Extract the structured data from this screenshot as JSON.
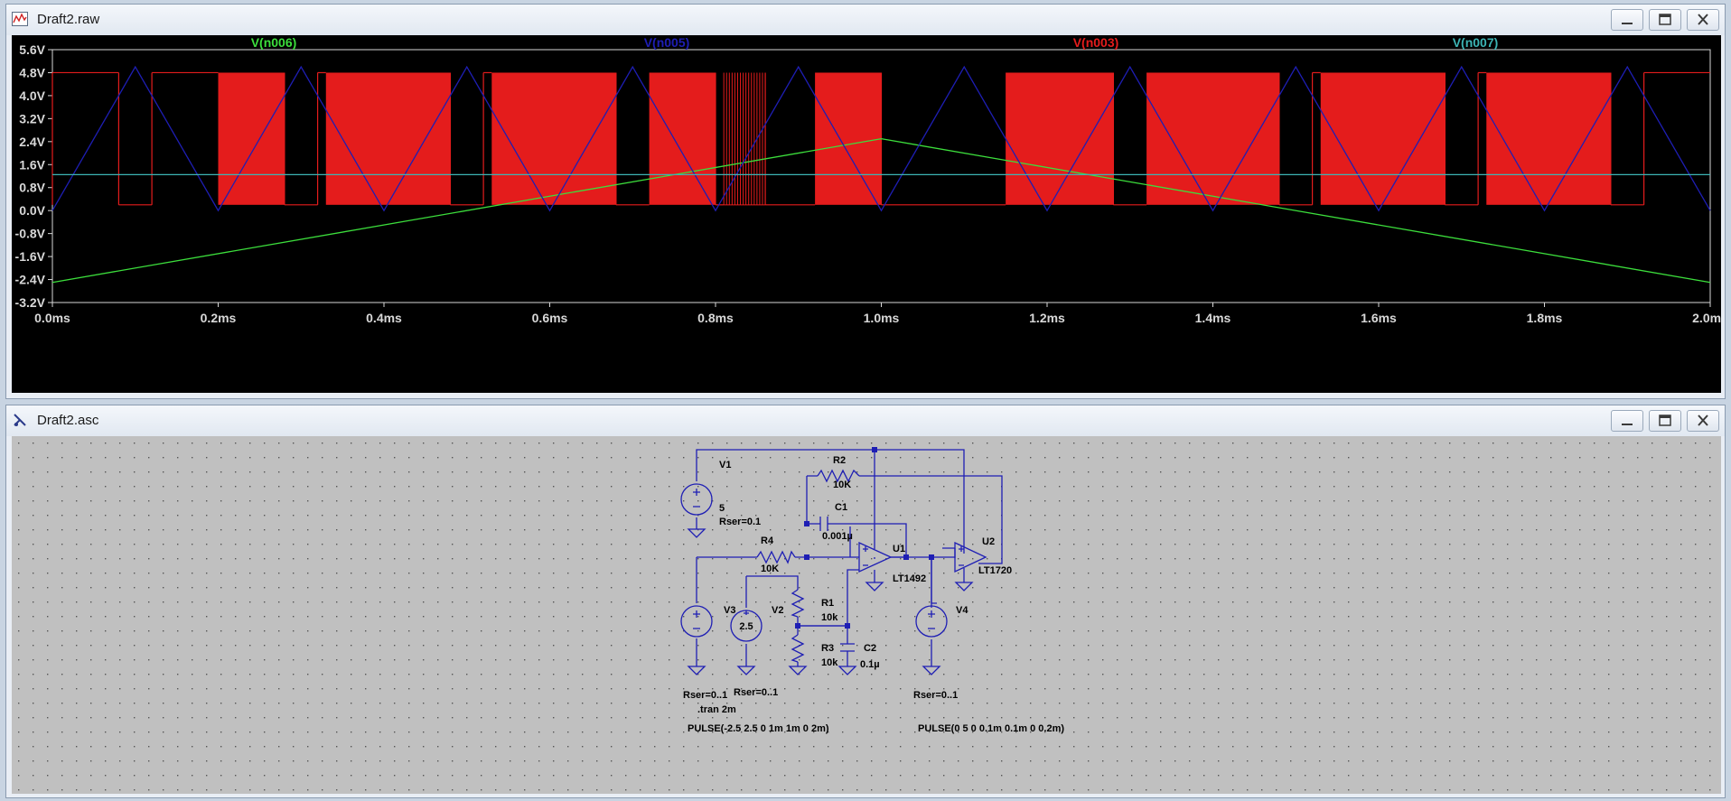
{
  "plot_window": {
    "title": "Draft2.raw",
    "icon": "waveform-icon",
    "traces": [
      {
        "name": "V(n006)",
        "color": "#3cde3c"
      },
      {
        "name": "V(n005)",
        "color": "#1e1eb4"
      },
      {
        "name": "V(n003)",
        "color": "#e41c1c"
      },
      {
        "name": "V(n007)",
        "color": "#3cb4b4"
      }
    ]
  },
  "chart_data": {
    "type": "line",
    "x_unit": "ms",
    "xlim": [
      0.0,
      2.0
    ],
    "ylim": [
      -3.2,
      5.6
    ],
    "x_ticks": [
      "0.0ms",
      "0.2ms",
      "0.4ms",
      "0.6ms",
      "0.8ms",
      "1.0ms",
      "1.2ms",
      "1.4ms",
      "1.6ms",
      "1.8ms",
      "2.0ms"
    ],
    "y_ticks": [
      "5.6V",
      "4.8V",
      "4.0V",
      "3.2V",
      "2.4V",
      "1.6V",
      "0.8V",
      "0.0V",
      "-0.8V",
      "-1.6V",
      "-2.4V",
      "-3.2V"
    ],
    "series": [
      {
        "name": "V(n006)",
        "x": [
          0.0,
          1.0,
          2.0
        ],
        "y": [
          -2.5,
          2.5,
          -2.5
        ]
      },
      {
        "name": "V(n005)",
        "x": [
          0.0,
          0.1,
          0.2,
          0.3,
          0.4,
          0.5,
          0.6,
          0.7,
          0.8,
          0.9,
          1.0,
          1.1,
          1.2,
          1.3,
          1.4,
          1.5,
          1.6,
          1.7,
          1.8,
          1.9,
          2.0
        ],
        "y": [
          0,
          5,
          0,
          5,
          0,
          5,
          0,
          5,
          0,
          5,
          0,
          5,
          0,
          5,
          0,
          5,
          0,
          5,
          0,
          5,
          0
        ]
      },
      {
        "name": "V(n007)",
        "x": [
          0.0,
          2.0
        ],
        "y": [
          1.25,
          1.25
        ]
      },
      {
        "name": "V(n003)",
        "high": 4.8,
        "low": 0.2,
        "segments": [
          {
            "x0": 0.0,
            "x1": 0.08,
            "state": "high"
          },
          {
            "x0": 0.08,
            "x1": 0.12,
            "state": "low"
          },
          {
            "x0": 0.12,
            "x1": 0.2,
            "state": "high"
          },
          {
            "x0": 0.2,
            "x1": 0.28,
            "state": "osc"
          },
          {
            "x0": 0.28,
            "x1": 0.32,
            "state": "low"
          },
          {
            "x0": 0.32,
            "x1": 0.33,
            "state": "high"
          },
          {
            "x0": 0.33,
            "x1": 0.48,
            "state": "osc"
          },
          {
            "x0": 0.48,
            "x1": 0.52,
            "state": "low"
          },
          {
            "x0": 0.52,
            "x1": 0.53,
            "state": "high"
          },
          {
            "x0": 0.53,
            "x1": 0.68,
            "state": "osc"
          },
          {
            "x0": 0.68,
            "x1": 0.72,
            "state": "low"
          },
          {
            "x0": 0.72,
            "x1": 0.8,
            "state": "osc"
          },
          {
            "x0": 0.8,
            "x1": 0.81,
            "state": "low"
          },
          {
            "x0": 0.81,
            "x1": 0.86,
            "state": "sparse"
          },
          {
            "x0": 0.86,
            "x1": 0.92,
            "state": "low"
          },
          {
            "x0": 0.92,
            "x1": 1.0,
            "state": "osc"
          },
          {
            "x0": 1.0,
            "x1": 1.15,
            "state": "low"
          },
          {
            "x0": 1.15,
            "x1": 1.28,
            "state": "osc"
          },
          {
            "x0": 1.28,
            "x1": 1.32,
            "state": "low"
          },
          {
            "x0": 1.32,
            "x1": 1.48,
            "state": "osc"
          },
          {
            "x0": 1.48,
            "x1": 1.52,
            "state": "low"
          },
          {
            "x0": 1.52,
            "x1": 1.53,
            "state": "high"
          },
          {
            "x0": 1.53,
            "x1": 1.68,
            "state": "osc"
          },
          {
            "x0": 1.68,
            "x1": 1.72,
            "state": "low"
          },
          {
            "x0": 1.72,
            "x1": 1.73,
            "state": "high"
          },
          {
            "x0": 1.73,
            "x1": 1.88,
            "state": "osc"
          },
          {
            "x0": 1.88,
            "x1": 1.92,
            "state": "low"
          },
          {
            "x0": 1.92,
            "x1": 2.0,
            "state": "high"
          }
        ]
      }
    ],
    "grid": false
  },
  "schematic_window": {
    "title": "Draft2.asc",
    "icon": "schematic-icon",
    "components": {
      "V1": {
        "ref": "V1",
        "value": "5",
        "rser": "Rser=0.1"
      },
      "V2": {
        "ref": "V2",
        "value": "2.5",
        "rser": "Rser=0..1"
      },
      "V3": {
        "ref": "V3",
        "rser": "Rser=0..1",
        "pulse": "PULSE(-2.5 2.5 0 1m 1m 0 2m)"
      },
      "V4": {
        "ref": "V4",
        "rser": "Rser=0..1",
        "pulse": "PULSE(0 5 0 0.1m 0.1m 0 0.2m)"
      },
      "R1": {
        "ref": "R1",
        "value": "10k"
      },
      "R2": {
        "ref": "R2",
        "value": "10K"
      },
      "R3": {
        "ref": "R3",
        "value": "10k"
      },
      "R4": {
        "ref": "R4",
        "value": "10K"
      },
      "C1": {
        "ref": "C1",
        "value": "0.001µ"
      },
      "C2": {
        "ref": "C2",
        "value": "0.1µ"
      },
      "U1": {
        "ref": "U1",
        "part": "LT1492"
      },
      "U2": {
        "ref": "U2",
        "part": "LT1720"
      }
    },
    "directive": ".tran 2m"
  }
}
